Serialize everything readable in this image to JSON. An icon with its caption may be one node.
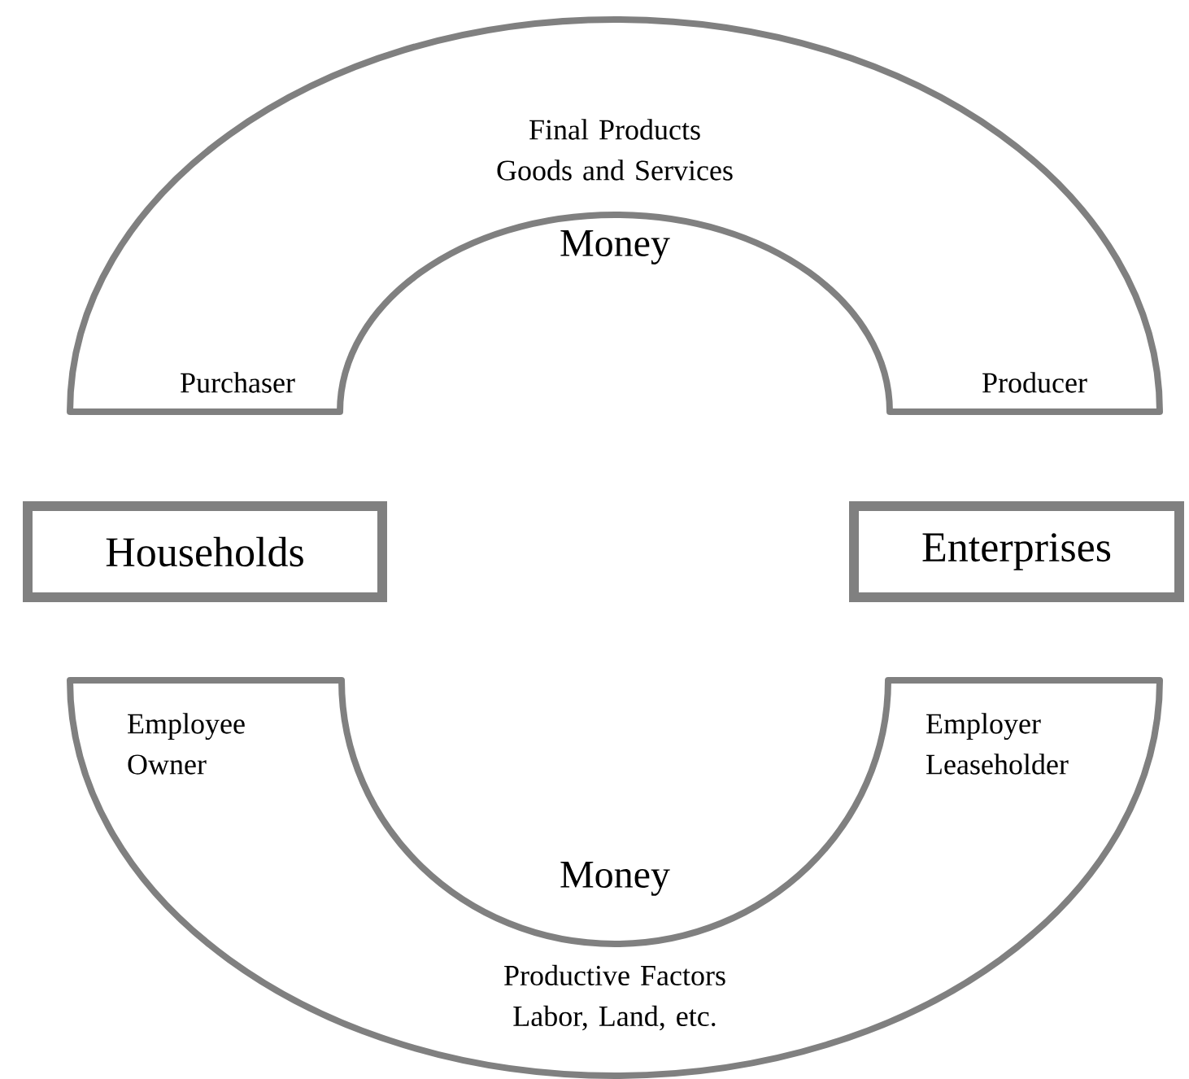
{
  "diagram": {
    "nodes": [
      {
        "text": [
          "Final Products Goods and Services",
          "Purchaser",
          "Producer"
        ]
      },
      {
        "text": [
          "Households"
        ]
      },
      {
        "text": [
          "Enterprises"
        ]
      },
      {
        "text": [
          "Employee Owner",
          "Employer Leaseholder",
          "Productive Factors Labor, Land, etc."
        ]
      }
    ],
    "labels": [
      "Money",
      "Money"
    ]
  }
}
